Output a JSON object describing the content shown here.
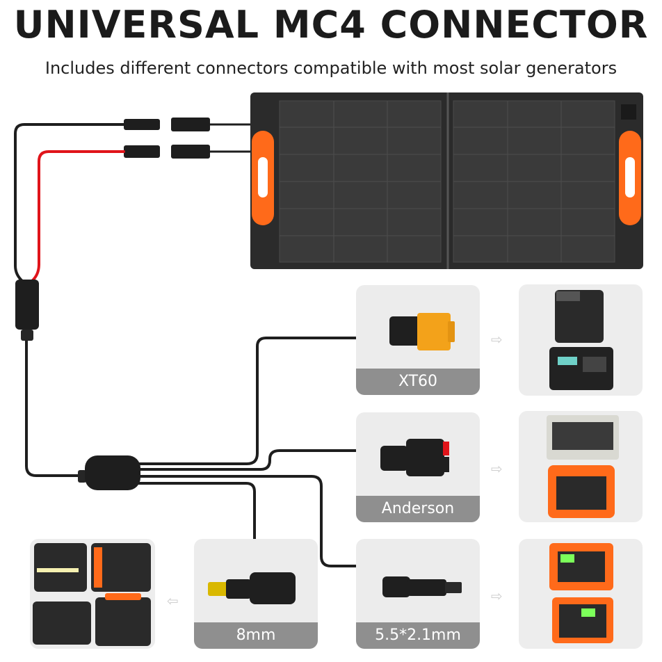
{
  "header": {
    "title": "UNIVERSAL MC4 CONNECTOR",
    "subtitle": "Includes different connectors compatible with most solar generators"
  },
  "connectors": [
    {
      "label": "XT60",
      "icon": "xt60-connector-icon"
    },
    {
      "label": "Anderson",
      "icon": "anderson-connector-icon"
    },
    {
      "label": "8mm",
      "icon": "8mm-connector-icon"
    },
    {
      "label": "5.5*2.1mm",
      "icon": "dc-5521-connector-icon"
    }
  ],
  "arrow_glyph": "⇨",
  "arrow_left_glyph": "⇦",
  "colors": {
    "panel": "#2a2a2a",
    "handle": "#ff6a1a",
    "cable_red": "#e0141a",
    "card_bg": "#ececec",
    "label_bg": "#8f8f8f",
    "xt60_yellow": "#f3a21a"
  }
}
